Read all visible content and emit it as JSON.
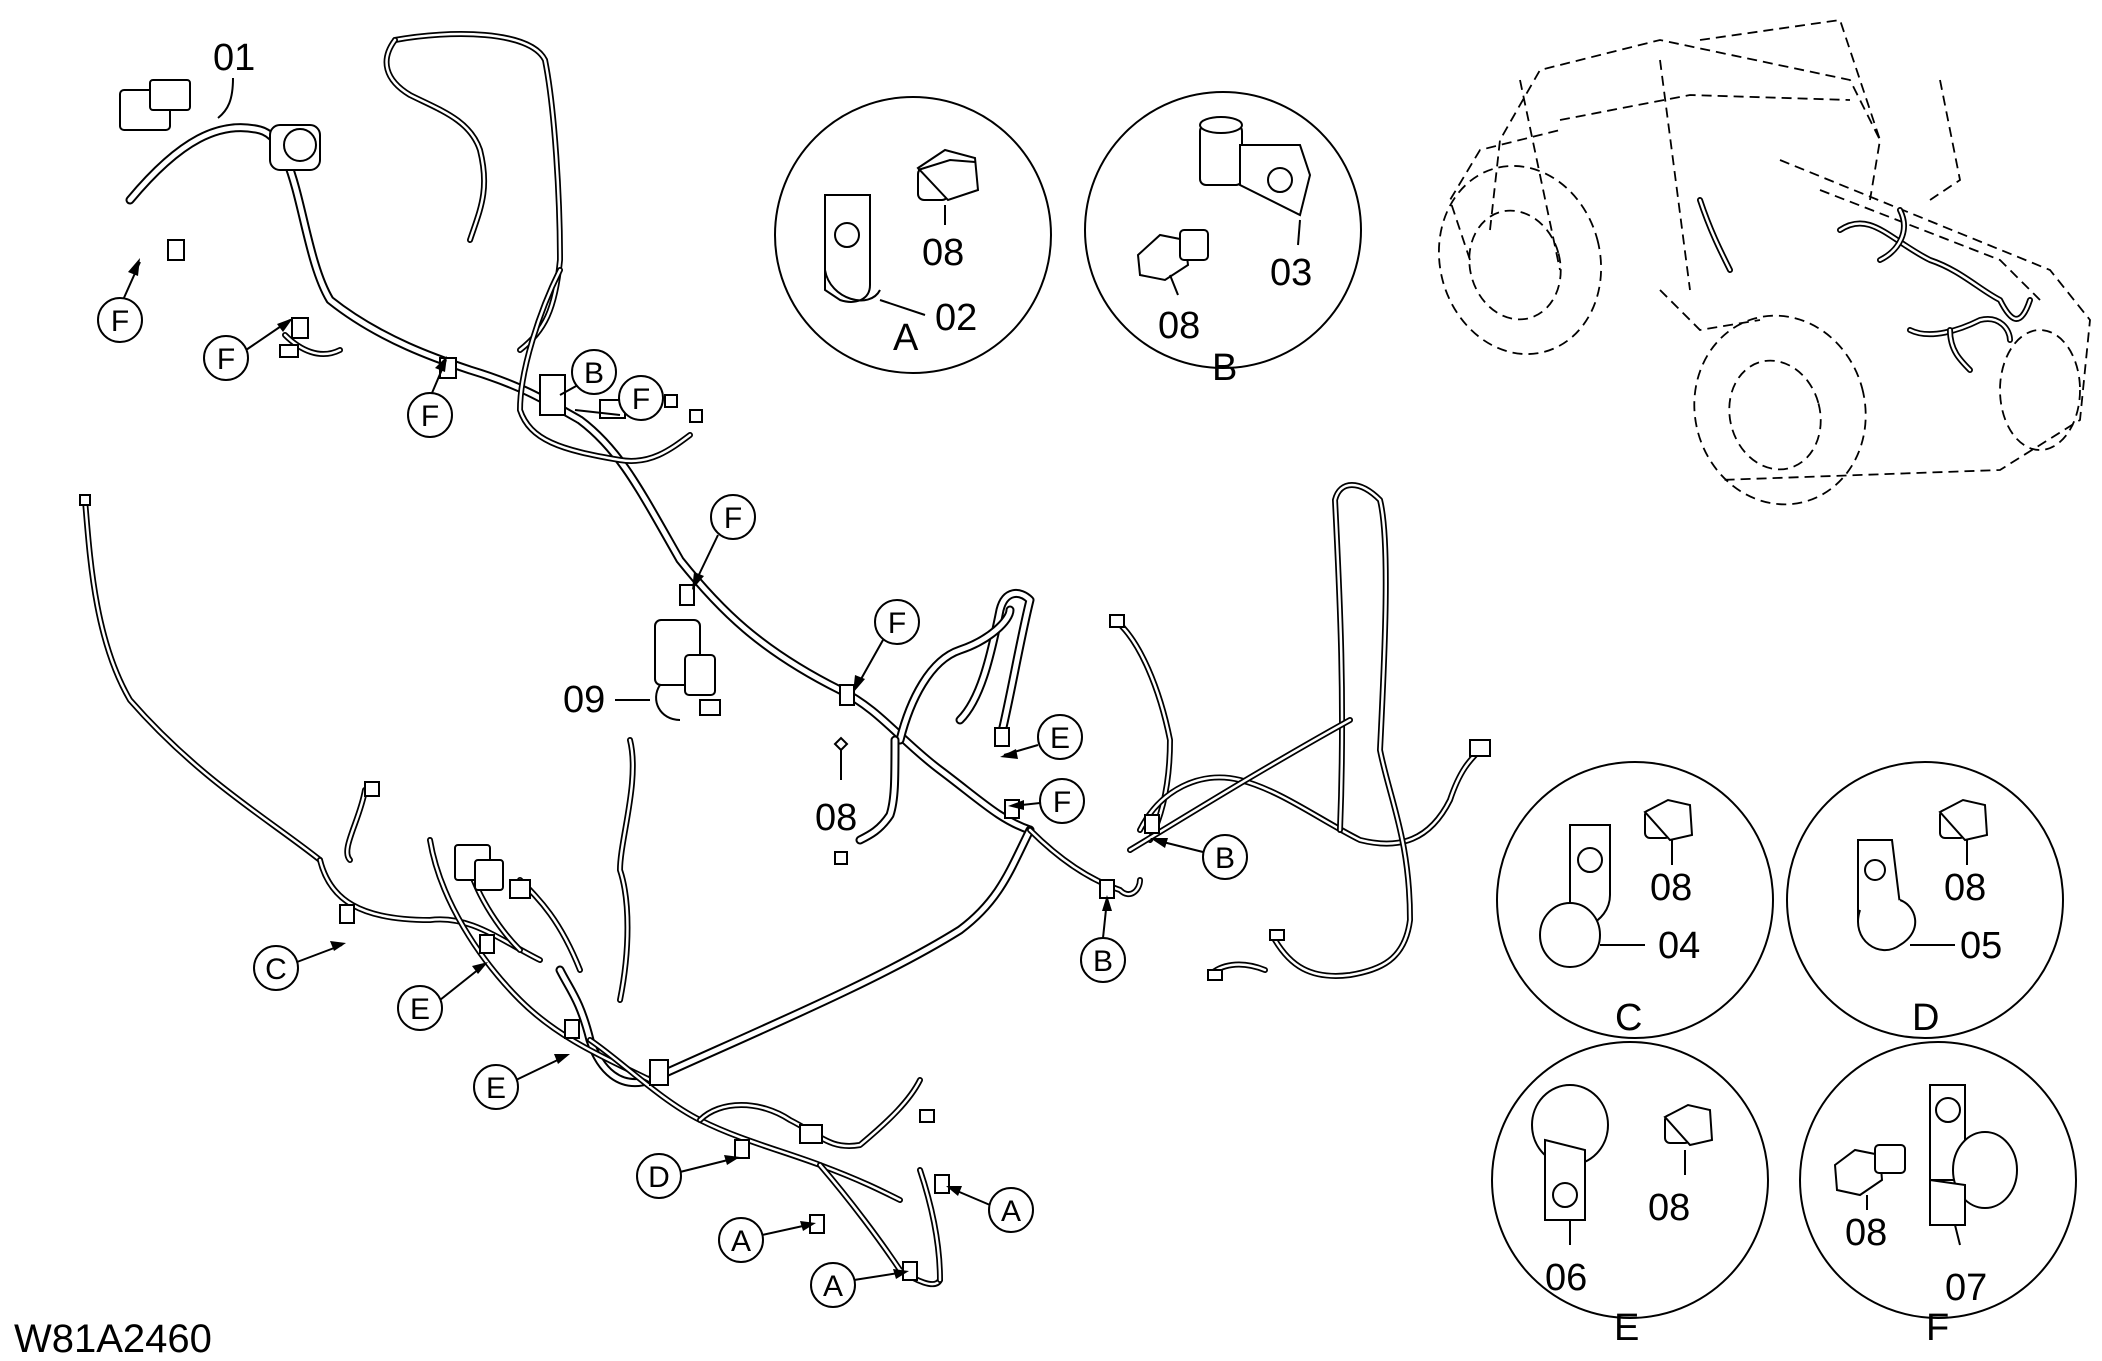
{
  "drawing_number": "W81A2460",
  "harness_label": "01",
  "sensor_label": "09",
  "loose_bolt_label": "08",
  "details": {
    "A": {
      "letter": "A",
      "clamp": "02",
      "bolt": "08"
    },
    "B": {
      "letter": "B",
      "clamp": "03",
      "bolt": "08"
    },
    "C": {
      "letter": "C",
      "clamp": "04",
      "bolt": "08"
    },
    "D": {
      "letter": "D",
      "clamp": "05",
      "bolt": "08"
    },
    "E": {
      "letter": "E",
      "clamp": "06",
      "bolt": "08"
    },
    "F": {
      "letter": "F",
      "clamp": "07",
      "bolt": "08"
    }
  },
  "callouts": {
    "f1": "F",
    "f2": "F",
    "f3": "F",
    "f4": "F",
    "f5": "F",
    "f6": "F",
    "f7": "F",
    "b1": "B",
    "b2": "B",
    "b3": "B",
    "e1": "E",
    "e2": "E",
    "e3": "E",
    "c1": "C",
    "d1": "D",
    "a1": "A",
    "a2": "A",
    "a3": "A"
  }
}
